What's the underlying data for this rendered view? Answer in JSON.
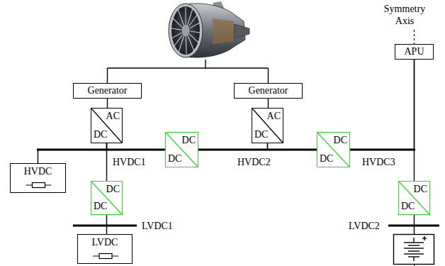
{
  "diagram": {
    "nodes": [
      {
        "text": [
          "Generator"
        ]
      },
      {
        "text": [
          "Generator"
        ]
      },
      {
        "text": [
          "APU"
        ]
      },
      {
        "text": [
          "AC",
          "DC"
        ]
      },
      {
        "text": [
          "AC",
          "DC"
        ]
      },
      {
        "text": [
          "DC",
          "DC"
        ]
      },
      {
        "text": [
          "DC",
          "DC"
        ]
      },
      {
        "text": [
          "HVDC"
        ]
      },
      {
        "text": [
          "DC",
          "DC"
        ]
      },
      {
        "text": [
          "DC",
          "DC"
        ]
      },
      {
        "text": [
          "LVDC"
        ]
      }
    ],
    "edges": [
      {
        "from": 0,
        "to": 3,
        "arrow": "none"
      },
      {
        "from": 1,
        "to": 4,
        "arrow": "none"
      },
      {
        "from": 3,
        "to": 7,
        "arrow": "none"
      },
      {
        "from": 3,
        "to": 8,
        "arrow": "none"
      },
      {
        "from": 3,
        "to": 5,
        "arrow": "none"
      },
      {
        "from": 4,
        "to": 5,
        "arrow": "none"
      },
      {
        "from": 4,
        "to": 6,
        "arrow": "none"
      },
      {
        "from": 2,
        "to": 6,
        "arrow": "none"
      },
      {
        "from": 2,
        "to": 9,
        "arrow": "none"
      },
      {
        "from": 8,
        "to": 10,
        "arrow": "none"
      }
    ],
    "labels": [
      "Symmetry Axis",
      "HVDC1",
      "HVDC2",
      "HVDC3",
      "LVDC1",
      "LVDC2"
    ]
  }
}
